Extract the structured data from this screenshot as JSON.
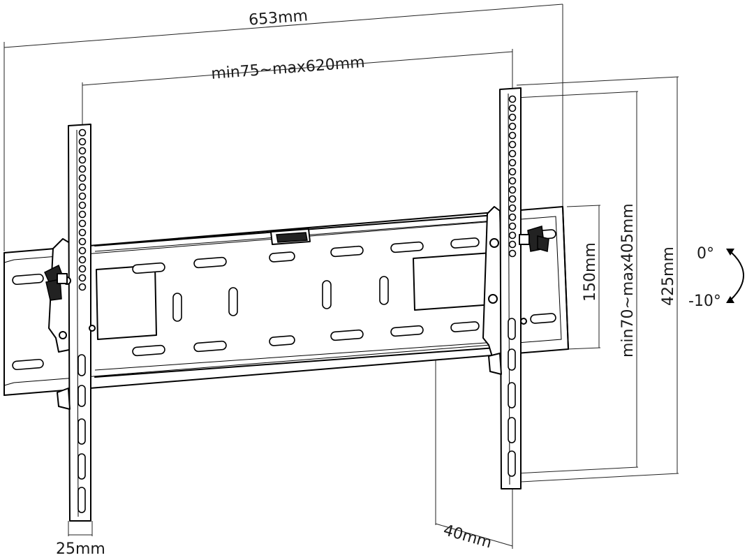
{
  "dimensions": {
    "overall_width": "653mm",
    "vesa_horizontal": "min75~max620mm",
    "rail_height": "150mm",
    "vesa_vertical": "min70~max405mm",
    "bracket_height": "425mm",
    "arm_width": "25mm",
    "wall_depth": "40mm"
  },
  "tilt": {
    "upper": "0°",
    "lower": "-10°"
  }
}
